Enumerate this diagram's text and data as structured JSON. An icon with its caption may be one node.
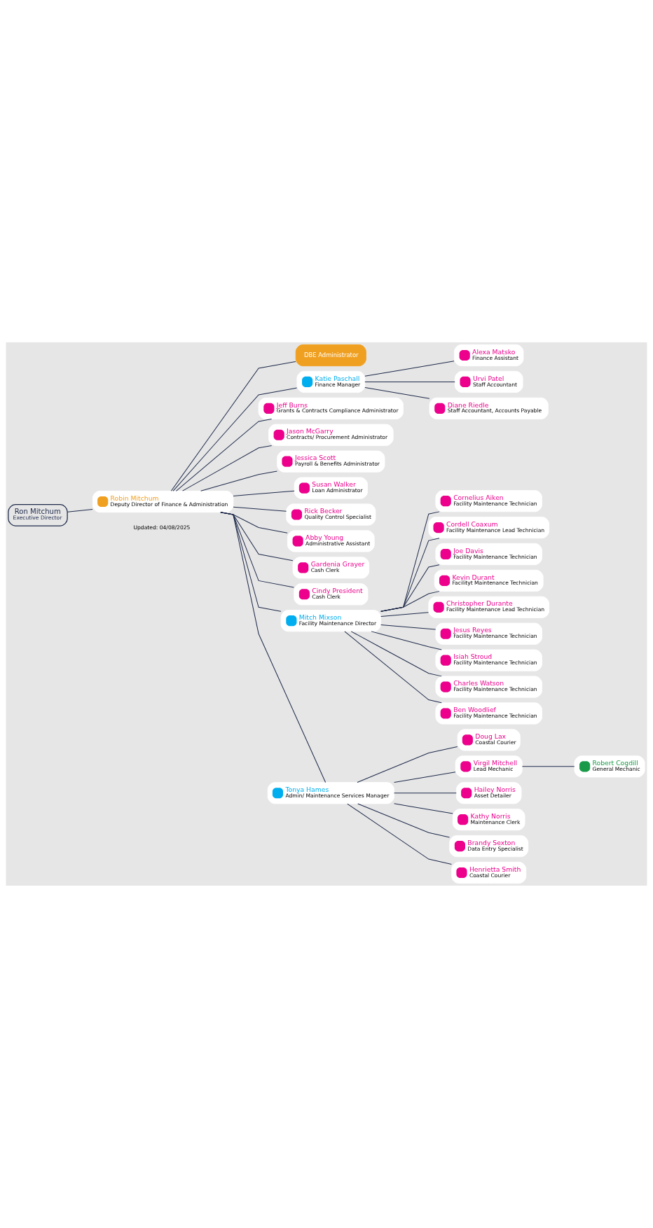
{
  "diagram": {
    "nodes": [
      {
        "text": [
          "Ron Mitchum",
          "Executive Director"
        ]
      },
      {
        "text": [
          "Robin Mitchum",
          "Deputy Director of Finance & Administration"
        ]
      },
      {
        "text": [
          "DBE Administrator"
        ]
      },
      {
        "text": [
          "Katie Paschall",
          "Finance Manager"
        ]
      },
      {
        "text": [
          "Alexa Matsko",
          "Finance Assistant"
        ]
      },
      {
        "text": [
          "Urvi Patel",
          "Staff Accountant"
        ]
      },
      {
        "text": [
          "Diane Riedle",
          "Staff Accountant, Accounts Payable"
        ]
      },
      {
        "text": [
          "Jeff Burns",
          "Grants & Contracts Compliance Administrator"
        ]
      },
      {
        "text": [
          "Jason McGarry",
          "Contracts/ Procurement Administrator"
        ]
      },
      {
        "text": [
          "Jessica Scott",
          "Payroll & Benefits Administrator"
        ]
      },
      {
        "text": [
          "Susan Walker",
          "Loan Administrator"
        ]
      },
      {
        "text": [
          "Rick Becker",
          "Quality Control Specialist"
        ]
      },
      {
        "text": [
          "Abby Young",
          "Administrative Assistant"
        ]
      },
      {
        "text": [
          "Gardenia Grayer",
          "Cash Clerk"
        ]
      },
      {
        "text": [
          "Cindy President",
          "Cash Clerk"
        ]
      },
      {
        "text": [
          "Mitch Mixson",
          "Facility Maintenance Director"
        ]
      },
      {
        "text": [
          "Cornelius Aiken",
          "Facility Maintenance Technician"
        ]
      },
      {
        "text": [
          "Cordell Coaxum",
          "Facility Maintenance Lead Technician"
        ]
      },
      {
        "text": [
          "Joe Davis",
          "Facility Maintenance Technician"
        ]
      },
      {
        "text": [
          "Kevin Durant",
          "Facilityt Maintenance Technician"
        ]
      },
      {
        "text": [
          "Christopher Durante",
          "Facility Maintenance Lead Technician"
        ]
      },
      {
        "text": [
          "Jesus Reyes",
          "Facility Maintenance Technician"
        ]
      },
      {
        "text": [
          "Isiah Stroud",
          "Facility Maintenance Technician"
        ]
      },
      {
        "text": [
          "Charles Watson",
          "Facility Maintenance Technician"
        ]
      },
      {
        "text": [
          "Ben Woodlief",
          "Facility Maintenance Technician"
        ]
      },
      {
        "text": [
          "Tonya Hames",
          "Admin/ Maintenance Services Manager"
        ]
      },
      {
        "text": [
          "Doug Lax",
          "Coastal Courier"
        ]
      },
      {
        "text": [
          "Virgil Mitchell",
          "Lead Mechanic"
        ]
      },
      {
        "text": [
          "Robert Cogdill",
          "General Mechanic"
        ]
      },
      {
        "text": [
          "Hailey Norris",
          "Asset Detailer"
        ]
      },
      {
        "text": [
          "Kathy Norris",
          "Maintenance Clerk"
        ]
      },
      {
        "text": [
          "Brandy Sexton",
          "Data Entry Specialist"
        ]
      },
      {
        "text": [
          "Henrietta Smith",
          "Coastal Courier"
        ]
      }
    ],
    "edges": [
      {
        "from": 0,
        "to": 1,
        "arrow": "none"
      },
      {
        "from": 1,
        "to": 2,
        "arrow": "none"
      },
      {
        "from": 1,
        "to": 3,
        "arrow": "none"
      },
      {
        "from": 3,
        "to": 4,
        "arrow": "none"
      },
      {
        "from": 3,
        "to": 5,
        "arrow": "none"
      },
      {
        "from": 3,
        "to": 6,
        "arrow": "none"
      },
      {
        "from": 1,
        "to": 7,
        "arrow": "none"
      },
      {
        "from": 1,
        "to": 8,
        "arrow": "none"
      },
      {
        "from": 1,
        "to": 9,
        "arrow": "none"
      },
      {
        "from": 1,
        "to": 10,
        "arrow": "none"
      },
      {
        "from": 1,
        "to": 11,
        "arrow": "none"
      },
      {
        "from": 1,
        "to": 12,
        "arrow": "none"
      },
      {
        "from": 1,
        "to": 13,
        "arrow": "none"
      },
      {
        "from": 1,
        "to": 14,
        "arrow": "none"
      },
      {
        "from": 1,
        "to": 15,
        "arrow": "none"
      },
      {
        "from": 15,
        "to": 16,
        "arrow": "none"
      },
      {
        "from": 15,
        "to": 17,
        "arrow": "none"
      },
      {
        "from": 15,
        "to": 18,
        "arrow": "none"
      },
      {
        "from": 15,
        "to": 19,
        "arrow": "none"
      },
      {
        "from": 15,
        "to": 20,
        "arrow": "none"
      },
      {
        "from": 15,
        "to": 21,
        "arrow": "none"
      },
      {
        "from": 15,
        "to": 22,
        "arrow": "none"
      },
      {
        "from": 15,
        "to": 23,
        "arrow": "none"
      },
      {
        "from": 15,
        "to": 24,
        "arrow": "none"
      },
      {
        "from": 1,
        "to": 25,
        "arrow": "none"
      },
      {
        "from": 25,
        "to": 26,
        "arrow": "none"
      },
      {
        "from": 25,
        "to": 27,
        "arrow": "none"
      },
      {
        "from": 27,
        "to": 28,
        "arrow": "none"
      },
      {
        "from": 25,
        "to": 29,
        "arrow": "none"
      },
      {
        "from": 25,
        "to": 30,
        "arrow": "none"
      },
      {
        "from": 25,
        "to": 31,
        "arrow": "none"
      },
      {
        "from": 25,
        "to": 32,
        "arrow": "none"
      }
    ],
    "labels": [
      "Updated: 04/08/2025"
    ]
  }
}
